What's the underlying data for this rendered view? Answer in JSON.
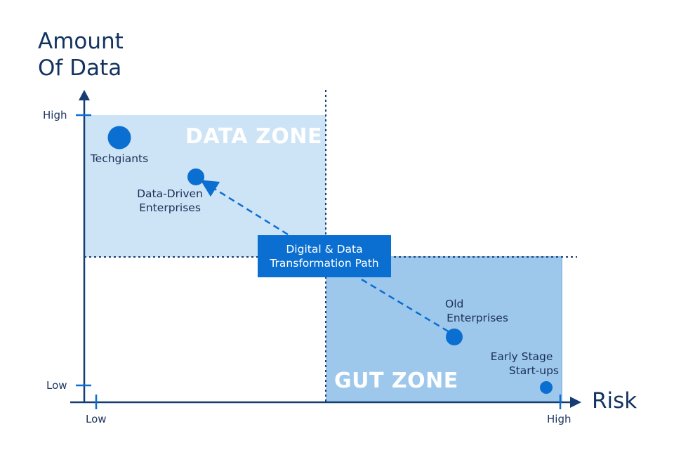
{
  "axes": {
    "y_title_line1": "Amount",
    "y_title_line2": "Of Data",
    "x_title": "Risk",
    "y_high": "High",
    "y_low": "Low",
    "x_low": "Low",
    "x_high": "High"
  },
  "zones": {
    "data_zone": "DATA ZONE",
    "gut_zone": "GUT ZONE"
  },
  "points": {
    "techgiants": "Techgiants",
    "data_driven_line1": "Data-Driven",
    "data_driven_line2": "Enterprises",
    "old_line1": "Old",
    "old_line2": "Enterprises",
    "early_line1": "Early Stage",
    "early_line2": "Start-ups"
  },
  "path": {
    "line1": "Digital & Data",
    "line2": "Transformation Path"
  },
  "colors": {
    "axis": "#163d73",
    "data_zone_fill": "#cde3f6",
    "gut_zone_fill": "#9dc8ec",
    "point": "#0a6fd1",
    "dashed_line": "#163d73"
  }
}
